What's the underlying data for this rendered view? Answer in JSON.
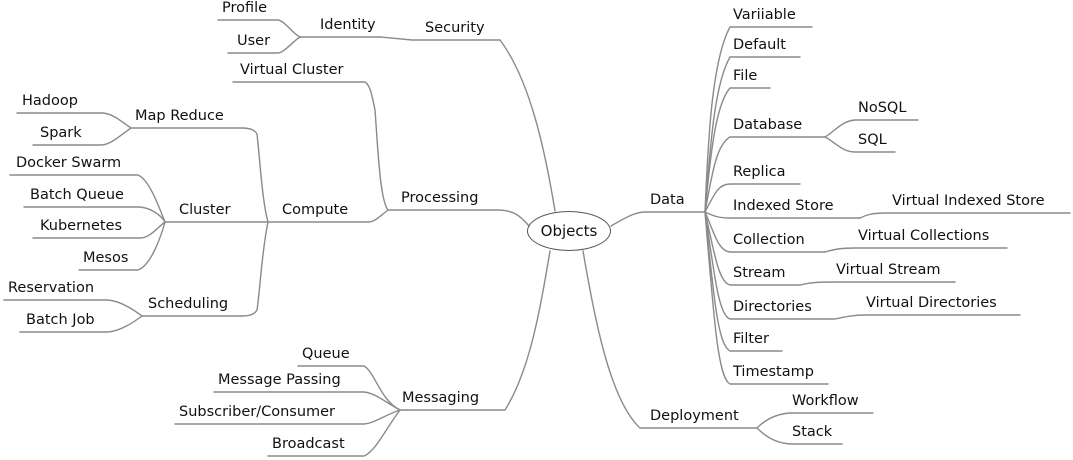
{
  "root": "Objects",
  "branches": {
    "security": {
      "label": "Security",
      "identity": {
        "label": "Identity",
        "children": [
          "Profile",
          "User"
        ]
      }
    },
    "processing": {
      "label": "Processing",
      "virtual_cluster": "Virtual Cluster",
      "compute": {
        "label": "Compute",
        "map_reduce": {
          "label": "Map Reduce",
          "children": [
            "Hadoop",
            "Spark"
          ]
        },
        "cluster": {
          "label": "Cluster",
          "children": [
            "Docker Swarm",
            "Batch Queue",
            "Kubernetes",
            "Mesos"
          ]
        },
        "scheduling": {
          "label": "Scheduling",
          "children": [
            "Reservation",
            "Batch Job"
          ]
        }
      }
    },
    "messaging": {
      "label": "Messaging",
      "children": [
        "Queue",
        "Message Passing",
        "Subscriber/Consumer",
        "Broadcast"
      ]
    },
    "data": {
      "label": "Data",
      "variable": "Variiable",
      "default": "Default",
      "file": "File",
      "database": {
        "label": "Database",
        "children": [
          "NoSQL",
          "SQL"
        ]
      },
      "replica": "Replica",
      "indexed_store": {
        "label": "Indexed Store",
        "child": "Virtual Indexed Store"
      },
      "collection": {
        "label": "Collection",
        "child": "Virtual Collections"
      },
      "stream": {
        "label": "Stream",
        "child": "Virtual Stream"
      },
      "directories": {
        "label": "Directories",
        "child": "Virtual Directories"
      },
      "filter": "Filter",
      "timestamp": "Timestamp"
    },
    "deployment": {
      "label": "Deployment",
      "children": [
        "Workflow",
        "Stack"
      ]
    }
  }
}
